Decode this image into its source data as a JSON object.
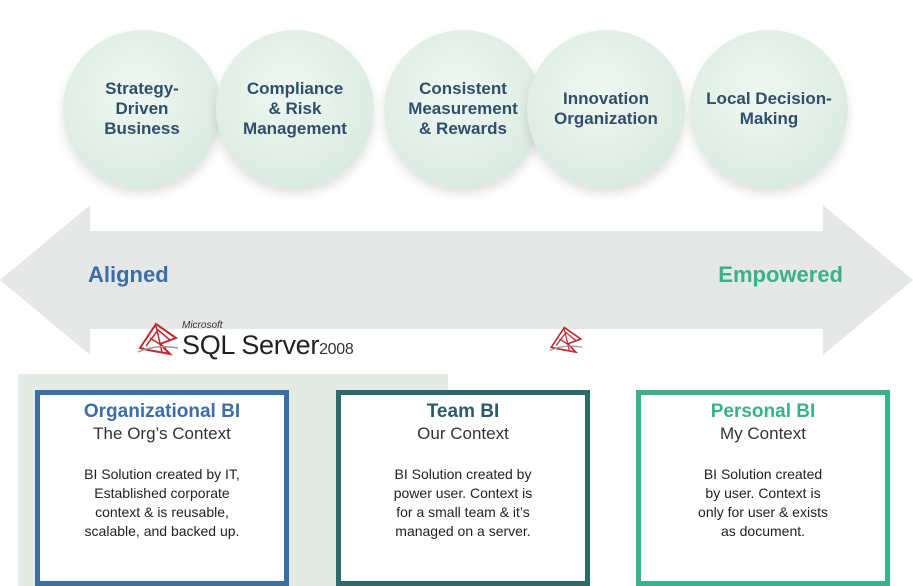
{
  "circles": [
    {
      "label": "Strategy-\nDriven\nBusiness"
    },
    {
      "label": "Compliance\n& Risk\nManagement"
    },
    {
      "label": "Consistent\nMeasurement\n& Rewards"
    },
    {
      "label": "Innovation\nOrganization"
    },
    {
      "label": "Local Decision-\nMaking"
    }
  ],
  "axis": {
    "left_label": "Aligned",
    "right_label": "Empowered"
  },
  "logo": {
    "ms_text": "Microsoft",
    "product_text": "SQL Server",
    "version_text": "2008"
  },
  "boxes": [
    {
      "title": "Organizational BI",
      "subtitle": "The Org’s Context",
      "description": "BI Solution created by IT,\nEstablished corporate\ncontext & is reusable,\nscalable, and backed up."
    },
    {
      "title": "Team BI",
      "subtitle": "Our Context",
      "description": "BI Solution created by\npower user. Context is\nfor a small team & it’s\nmanaged on a server."
    },
    {
      "title": "Personal BI",
      "subtitle": "My Context",
      "description": "BI Solution created\nby user. Context is\nonly for user & exists\nas document."
    }
  ],
  "colors": {
    "aligned": "#3c6ea6",
    "team": "#2b6c6b",
    "empowered": "#38b28a",
    "circle": "#dcece3",
    "arrow": "#e5e8e6"
  }
}
